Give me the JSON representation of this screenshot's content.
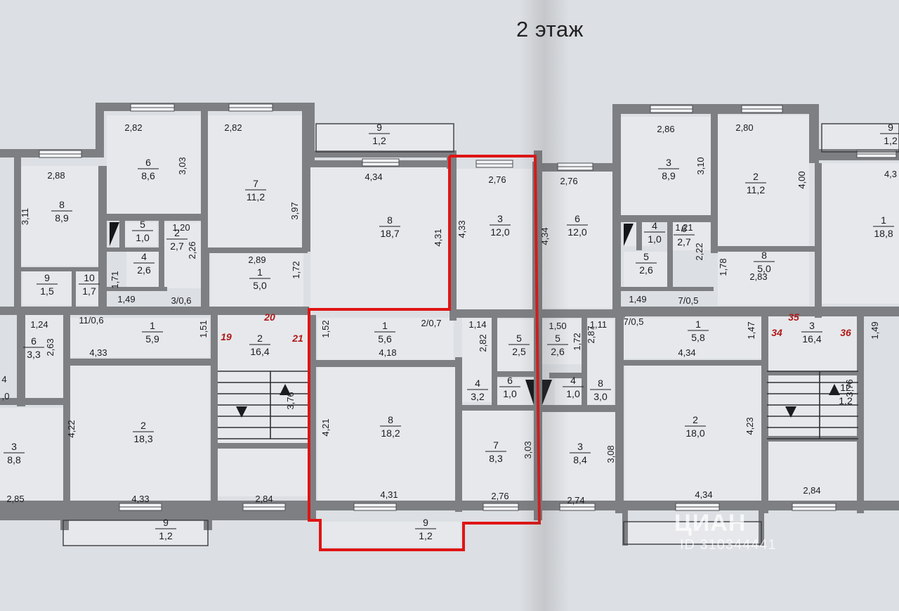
{
  "floor_title": "2 этаж",
  "watermark": {
    "brand": "ЦИАН",
    "id_text": "ID 310344441"
  },
  "colors": {
    "wall": "#7d7f82",
    "highlight": "#e01414",
    "paper": "#dcdfe3",
    "room": "#e6e8eb",
    "axis_mark": "#b01818"
  },
  "rooms": [
    {
      "num": "8",
      "area": "8,9"
    },
    {
      "num": "6",
      "area": "8,6"
    },
    {
      "num": "7",
      "area": "11,2"
    },
    {
      "num": "9",
      "area": "1,2"
    },
    {
      "num": "8",
      "area": "18,7"
    },
    {
      "num": "3",
      "area": "12,0"
    },
    {
      "num": "6",
      "area": "12,0"
    },
    {
      "num": "3",
      "area": "8,9"
    },
    {
      "num": "2",
      "area": "11,2"
    },
    {
      "num": "1",
      "area": "18,8"
    },
    {
      "num": "9",
      "area": "1,2"
    },
    {
      "num": "5",
      "area": "1,0"
    },
    {
      "num": "2",
      "area": "2,7"
    },
    {
      "num": "4",
      "area": "2,6"
    },
    {
      "num": "1",
      "area": "5,0"
    },
    {
      "num": "9",
      "area": "1,5"
    },
    {
      "num": "10",
      "area": "1,7"
    },
    {
      "num": "4",
      "area": "1,0"
    },
    {
      "num": "6",
      "area": "2,7"
    },
    {
      "num": "5",
      "area": "2,6"
    },
    {
      "num": "8",
      "area": "5,0"
    },
    {
      "num": "1",
      "area": "5,9"
    },
    {
      "num": "2",
      "area": "16,4"
    },
    {
      "num": "1",
      "area": "5,6"
    },
    {
      "num": "5",
      "area": "2,5"
    },
    {
      "num": "5",
      "area": "2,6"
    },
    {
      "num": "1",
      "area": "5,8"
    },
    {
      "num": "3",
      "area": "16,4"
    },
    {
      "num": "6",
      "area": "3,3"
    },
    {
      "num": "4",
      "area": "3,2"
    },
    {
      "num": "6",
      "area": "1,0"
    },
    {
      "num": "4",
      "area": "1,0"
    },
    {
      "num": "8",
      "area": "3,0"
    },
    {
      "num": "3",
      "area": "8,8"
    },
    {
      "num": "2",
      "area": "18,3"
    },
    {
      "num": "8",
      "area": "18,2"
    },
    {
      "num": "7",
      "area": "8,3"
    },
    {
      "num": "3",
      "area": "8,4"
    },
    {
      "num": "2",
      "area": "18,0"
    },
    {
      "num": "12",
      "area": "1,2"
    },
    {
      "num": "9",
      "area": "1,2"
    },
    {
      "num": "9",
      "area": "1,2"
    }
  ],
  "dimensions": [
    "2,82",
    "2,82",
    "2,88",
    "3,11",
    "3,03",
    "3,97",
    "4,34",
    "2,76",
    "4,33",
    "4,31",
    "2,76",
    "4,34",
    "2,86",
    "2,80",
    "3,10",
    "4,00",
    "4,3",
    "1,20",
    "2,26",
    "1,21",
    "2,22",
    "2,89",
    "1,72",
    "1,78",
    "2,83",
    "1,71",
    "1,49",
    "1,49",
    "1,24",
    "2,63",
    "1,51",
    "1,52",
    "4,18",
    "4,33",
    "4,34",
    "1,14",
    "1,50",
    "1,11",
    "2,82",
    "1,72",
    "2,87",
    "1,47",
    "1,49",
    "3,76",
    "3,76",
    "4,22",
    "4,21",
    "4,23",
    "3,03",
    "3,08",
    "2,85",
    "4,33",
    "2,84",
    "4,31",
    "2,76",
    "2,74",
    "4,34",
    "2,84"
  ],
  "compound_labels": [
    "11/0,6",
    "3/0,6",
    "2/0,7",
    "7/0,5",
    "7/0,5",
    "4",
    ",0"
  ],
  "axis_marks": [
    "19",
    "20",
    "21",
    "34",
    "35",
    "36"
  ]
}
